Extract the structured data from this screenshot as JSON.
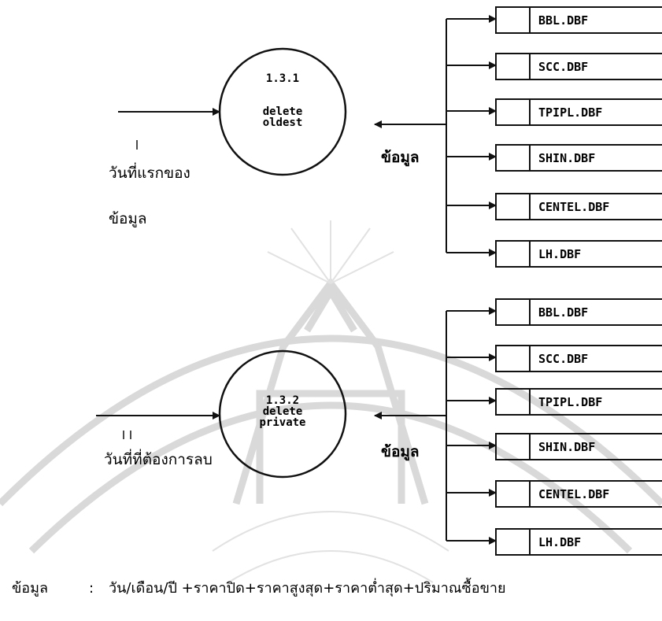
{
  "processes": [
    {
      "id": "1.3.1",
      "lines": [
        "delete",
        "oldest"
      ]
    },
    {
      "id": "1.3.2",
      "lines": [
        "delete",
        "private"
      ]
    }
  ],
  "process1_input": {
    "label_line1": "วันที่แรกของ",
    "label_line2": "ข้อมูล"
  },
  "process2_input": {
    "label": "วันที่ที่ต้องการลบ"
  },
  "flow_label": "ข้อมูล",
  "files": [
    "BBL.DBF",
    "SCC.DBF",
    "TPIPL.DBF",
    "SHIN.DBF",
    "CENTEL.DBF",
    "LH.DBF"
  ],
  "footnote": {
    "term": "ข้อมูล",
    "separator": ":",
    "definition": "วัน/เดือน/ปี +ราคาปิด+ราคาสูงสุด+ราคาต่ำสุด+ปริมาณซื้อขาย"
  },
  "colors": {
    "ink": "#111111",
    "watermark": "#d9d9d9"
  }
}
